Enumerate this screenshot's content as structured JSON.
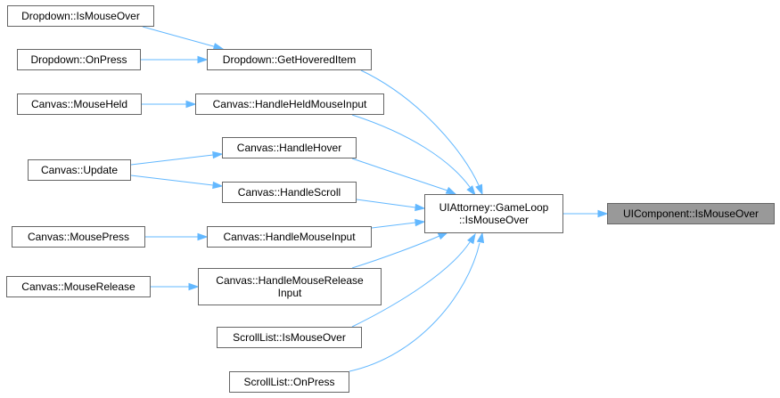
{
  "nodes": {
    "dropdown_is_mouse_over": "Dropdown::IsMouseOver",
    "dropdown_on_press": "Dropdown::OnPress",
    "dropdown_get_hovered_item": "Dropdown::GetHoveredItem",
    "canvas_mouse_held": "Canvas::MouseHeld",
    "canvas_handle_held_mouse_input": "Canvas::HandleHeldMouseInput",
    "canvas_handle_hover": "Canvas::HandleHover",
    "canvas_update": "Canvas::Update",
    "canvas_handle_scroll": "Canvas::HandleScroll",
    "canvas_mouse_press": "Canvas::MousePress",
    "canvas_handle_mouse_input": "Canvas::HandleMouseInput",
    "canvas_mouse_release": "Canvas::MouseRelease",
    "canvas_handle_mouse_release_input": "Canvas::HandleMouseRelease\nInput",
    "scrolllist_is_mouse_over": "ScrollList::IsMouseOver",
    "scrolllist_on_press": "ScrollList::OnPress",
    "uiattorney_gameloop_is_mouse_over": "UIAttorney::GameLoop\n::IsMouseOver",
    "uicomponent_is_mouse_over": "UIComponent::IsMouseOver"
  },
  "colors": {
    "edge": "#63b8ff",
    "node_border": "#666666",
    "highlight_fill": "#999999"
  }
}
